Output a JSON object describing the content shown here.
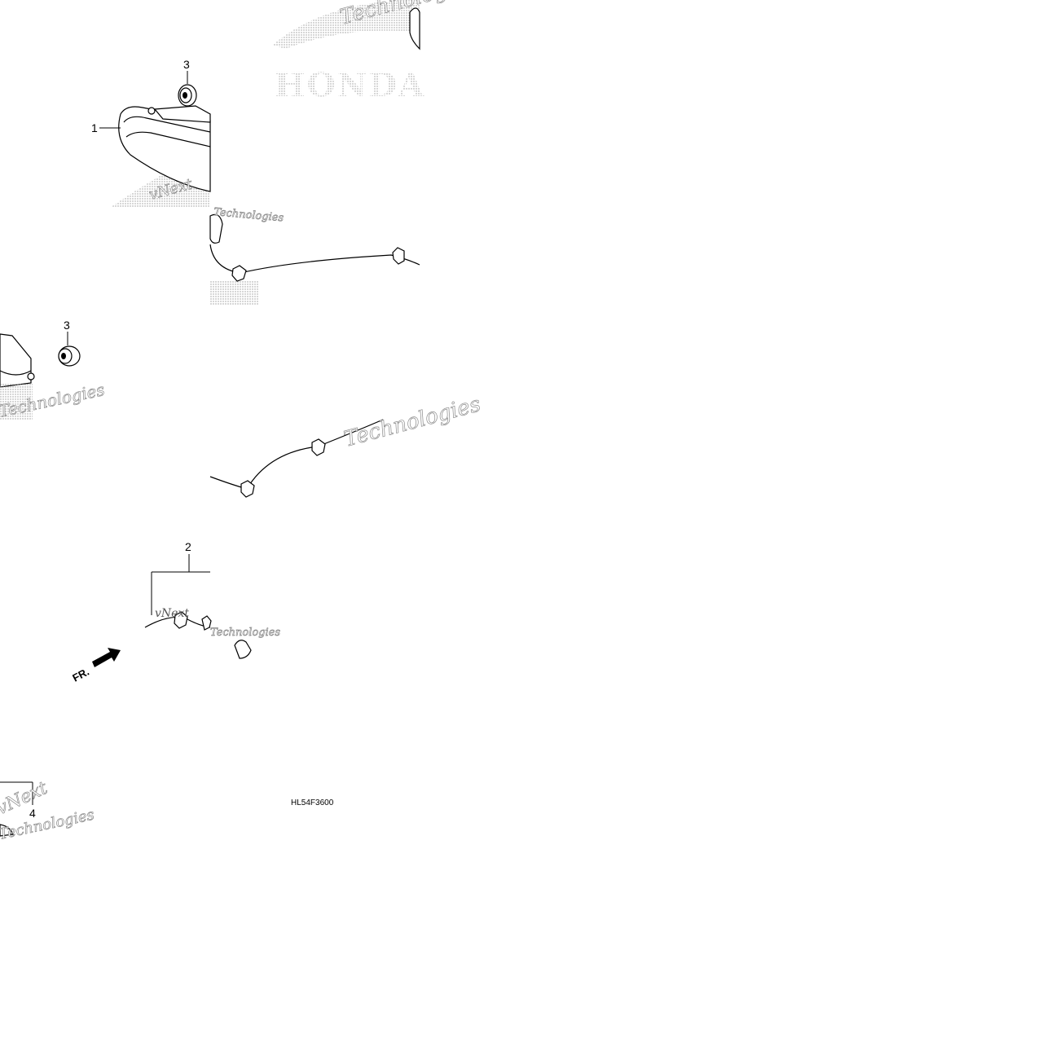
{
  "diagram": {
    "callouts": {
      "tail_light": "1",
      "harness": "2",
      "grommet_top": "3",
      "grommet_left": "3",
      "socket": "4"
    },
    "direction_label": "FR.",
    "part_code": "HL54F3600"
  },
  "watermark": {
    "brand": "HONDA",
    "text_vnext": "vNext",
    "text_technologies": "Technologies"
  }
}
